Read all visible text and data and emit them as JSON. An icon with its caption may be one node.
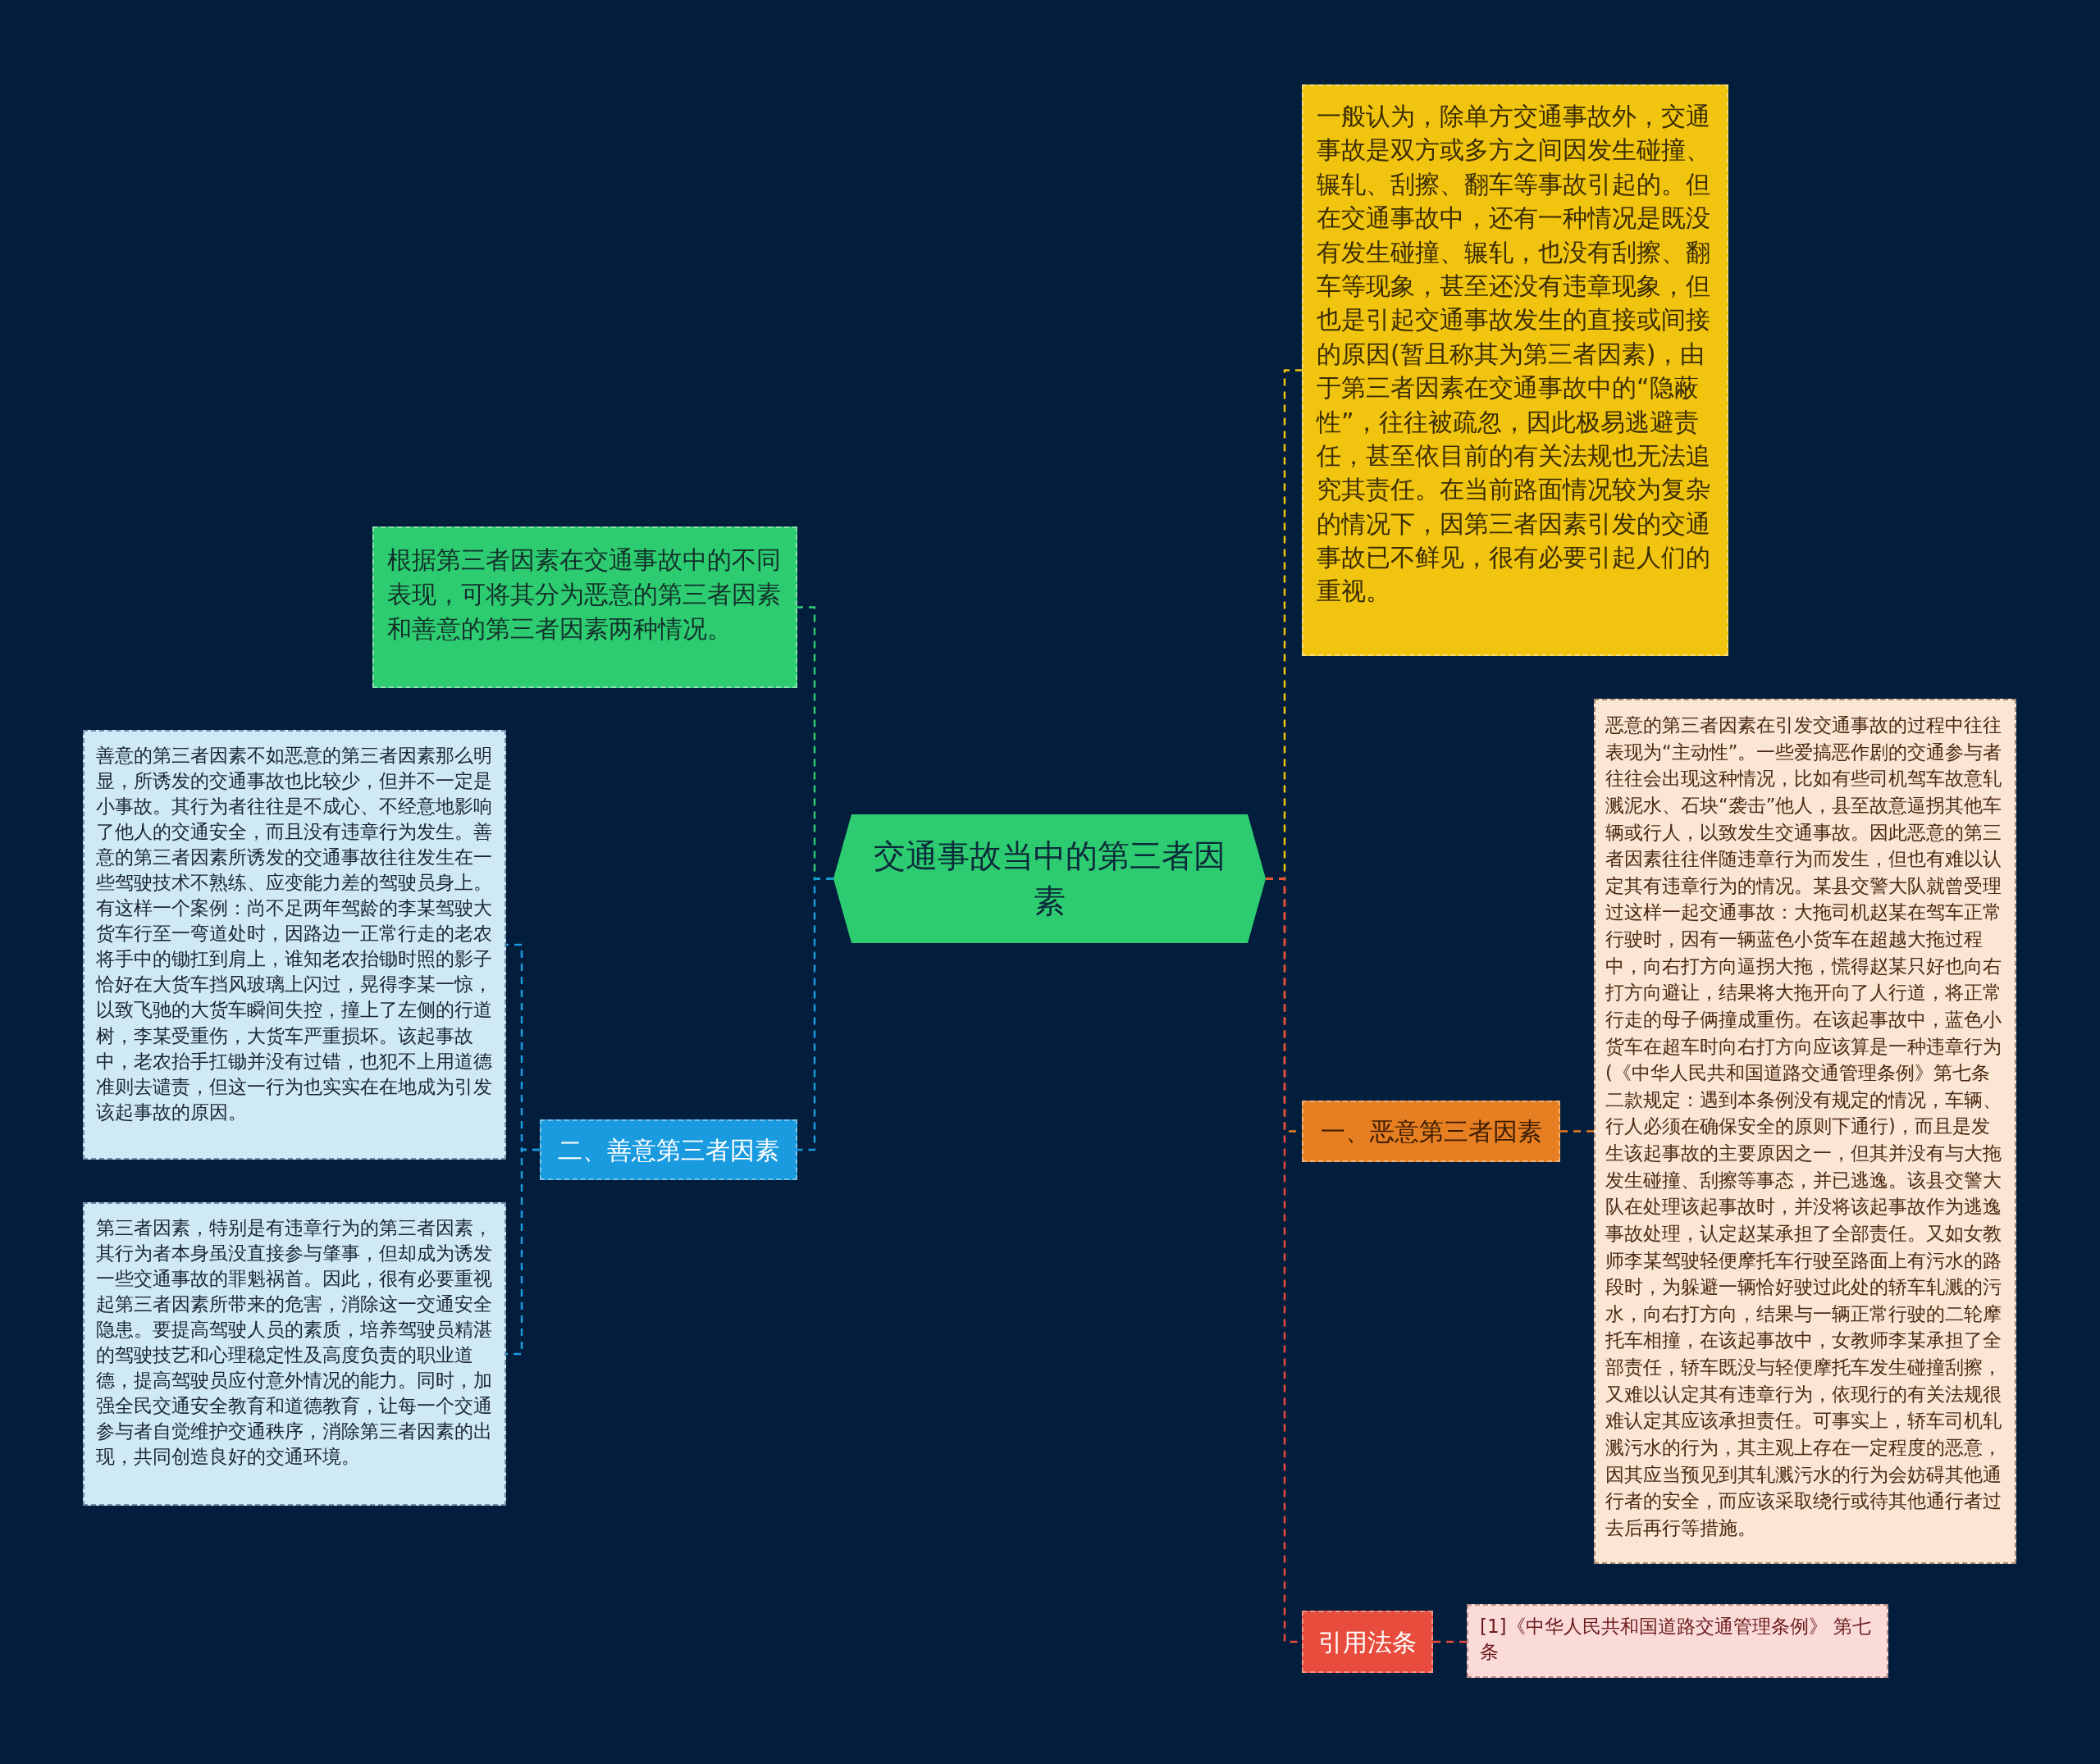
{
  "diagram": {
    "nodes": [
      {
        "text": [
          "交通事故当中的第三者因素"
        ]
      },
      {
        "text": [
          "根据第三者因素在交通事故中的不同表现，可将其分为恶意的第三者因素和善意的第三者因素两种情况。"
        ]
      },
      {
        "text": [
          "一般认为，除单方交通事故外，交通事故是双方或多方之间因发生碰撞、辗轧、刮擦、翻车等事故引起的。但在交通事故中，还有一种情况是既没有发生碰撞、辗轧，也没有刮擦、翻车等现象，甚至还没有违章现象，但也是引起交通事故发生的直接或间接的原因(暂且称其为第三者因素)，由于第三者因素在交通事故中的“隐蔽性”，往往被疏忽，因此极易逃避责任，甚至依目前的有关法规也无法追究其责任。在当前路面情况较为复杂的情况下，因第三者因素引发的交通事故已不鲜见，很有必要引起人们的重视。"
        ]
      },
      {
        "text": [
          "二、善意第三者因素"
        ]
      },
      {
        "text": [
          "善意的第三者因素不如恶意的第三者因素那么明显，所诱发的交通事故也比较少，但并不一定是小事故。其行为者往往是不成心、不经意地影响了他人的交通安全，而且没有违章行为发生。善意的第三者因素所诱发的交通事故往往发生在一些驾驶技术不熟练、应变能力差的驾驶员身上。有这样一个案例：尚不足两年驾龄的李某驾驶大货车行至一弯道处时，因路边一正常行走的老农将手中的锄扛到肩上，谁知老农抬锄时照的影子恰好在大货车挡风玻璃上闪过，晃得李某一惊，以致飞驰的大货车瞬间失控，撞上了左侧的行道树，李某受重伤，大货车严重损坏。该起事故中，老农抬手扛锄并没有过错，也犯不上用道德准则去谴责，但这一行为也实实在在地成为引发该起事故的原因。"
        ]
      },
      {
        "text": [
          "第三者因素，特别是有违章行为的第三者因素，其行为者本身虽没直接参与肇事，但却成为诱发一些交通事故的罪魁祸首。因此，很有必要重视起第三者因素所带来的危害，消除这一交通安全隐患。要提高驾驶人员的素质，培养驾驶员精湛的驾驶技艺和心理稳定性及高度负责的职业道德，提高驾驶员应付意外情况的能力。同时，加强全民交通安全教育和道德教育，让每一个交通参与者自觉维护交通秩序，消除第三者因素的出现，共同创造良好的交通环境。"
        ]
      },
      {
        "text": [
          "一、恶意第三者因素"
        ]
      },
      {
        "text": [
          "恶意的第三者因素在引发交通事故的过程中往往表现为“主动性”。一些爱搞恶作剧的交通参与者往往会出现这种情况，比如有些司机驾车故意轧溅泥水、石块“袭击”他人，县至故意逼拐其他车辆或行人，以致发生交通事故。因此恶意的第三者因素往往伴随违章行为而发生，但也有难以认定其有违章行为的情况。某县交警大队就曾受理过这样一起交通事故：大拖司机赵某在驾车正常行驶时，因有一辆蓝色小货车在超越大拖过程中，向右打方向逼拐大拖，慌得赵某只好也向右打方向避让，结果将大拖开向了人行道，将正常行走的母子俩撞成重伤。在该起事故中，蓝色小货车在超车时向右打方向应该算是一种违章行为(《中华人民共和国道路交通管理条例》第七条二款规定：遇到本条例没有规定的情况，车辆、行人必须在确保安全的原则下通行)，而且是发生该起事故的主要原因之一，但其并没有与大拖发生碰撞、刮擦等事态，并已逃逸。该县交警大队在处理该起事故时，并没将该起事故作为逃逸事故处理，认定赵某承担了全部责任。又如女教师李某驾驶轻便摩托车行驶至路面上有污水的路段时，为躲避一辆恰好驶过此处的轿车轧溅的污水，向右打方向，结果与一辆正常行驶的二轮摩托车相撞，在该起事故中，女教师李某承担了全部责任，轿车既没与轻便摩托车发生碰撞刮擦，又难以认定其有违章行为，依现行的有关法规很难认定其应该承担责任。可事实上，轿车司机轧溅污水的行为，其主观上存在一定程度的恶意，因其应当预见到其轧溅污水的行为会妨碍其他通行者的安全，而应该采取绕行或待其他通行者过去后再行等措施。"
        ]
      },
      {
        "text": [
          "引用法条"
        ]
      },
      {
        "text": [
          "[1]《中华人民共和国道路交通管理条例》 第七条"
        ]
      }
    ],
    "edges": [
      {
        "from": 0,
        "to": 1,
        "arrow": "none",
        "style": "dashed",
        "color": "#2ecc71"
      },
      {
        "from": 0,
        "to": 2,
        "arrow": "none",
        "style": "dashed",
        "color": "#f1c40f"
      },
      {
        "from": 0,
        "to": 3,
        "arrow": "none",
        "style": "dashed",
        "color": "#1a9be0"
      },
      {
        "from": 3,
        "to": 4,
        "arrow": "none",
        "style": "dashed",
        "color": "#1a9be0"
      },
      {
        "from": 3,
        "to": 5,
        "arrow": "none",
        "style": "dashed",
        "color": "#1a9be0"
      },
      {
        "from": 0,
        "to": 6,
        "arrow": "none",
        "style": "dashed",
        "color": "#e67e22"
      },
      {
        "from": 6,
        "to": 7,
        "arrow": "none",
        "style": "dashed",
        "color": "#e67e22"
      },
      {
        "from": 0,
        "to": 8,
        "arrow": "none",
        "style": "dashed",
        "color": "#e74c3c"
      },
      {
        "from": 8,
        "to": 9,
        "arrow": "none",
        "style": "dashed",
        "color": "#e74c3c"
      }
    ]
  }
}
